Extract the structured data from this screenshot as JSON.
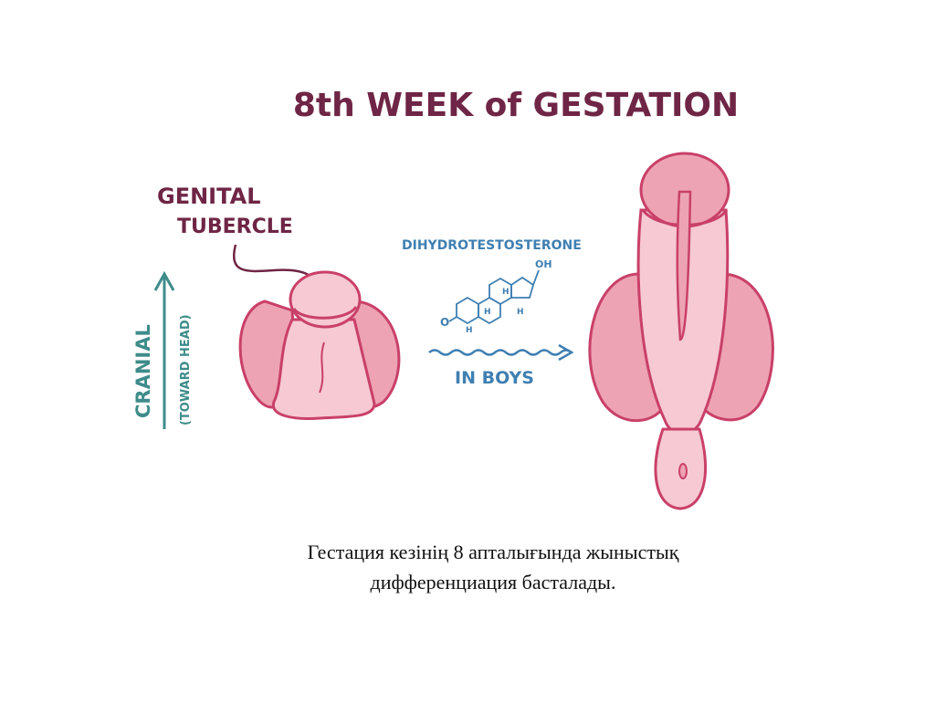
{
  "diagram": {
    "title": "8th WEEK of GESTATION",
    "labels": {
      "genital_tubercle_line1": "GENITAL",
      "genital_tubercle_line2": "TUBERCLE",
      "hormone": "DIHYDROTESTOSTERONE",
      "oh_group": "OH",
      "ketone_o": "O",
      "h_atom": "H",
      "in_boys": "IN BOYS",
      "direction": "CRANIAL",
      "direction_note": "(TOWARD HEAD)"
    },
    "colors": {
      "title": "#6f2545",
      "outline": "#c94068",
      "fill_light": "#f6c9d3",
      "fill_mid": "#eda3b4",
      "blue": "#3f7fb2",
      "teal": "#3d8c8a"
    }
  },
  "caption": {
    "line1": "Гестация кезінің 8 апталығында жыныстық",
    "line2": "дифференциация басталады."
  }
}
